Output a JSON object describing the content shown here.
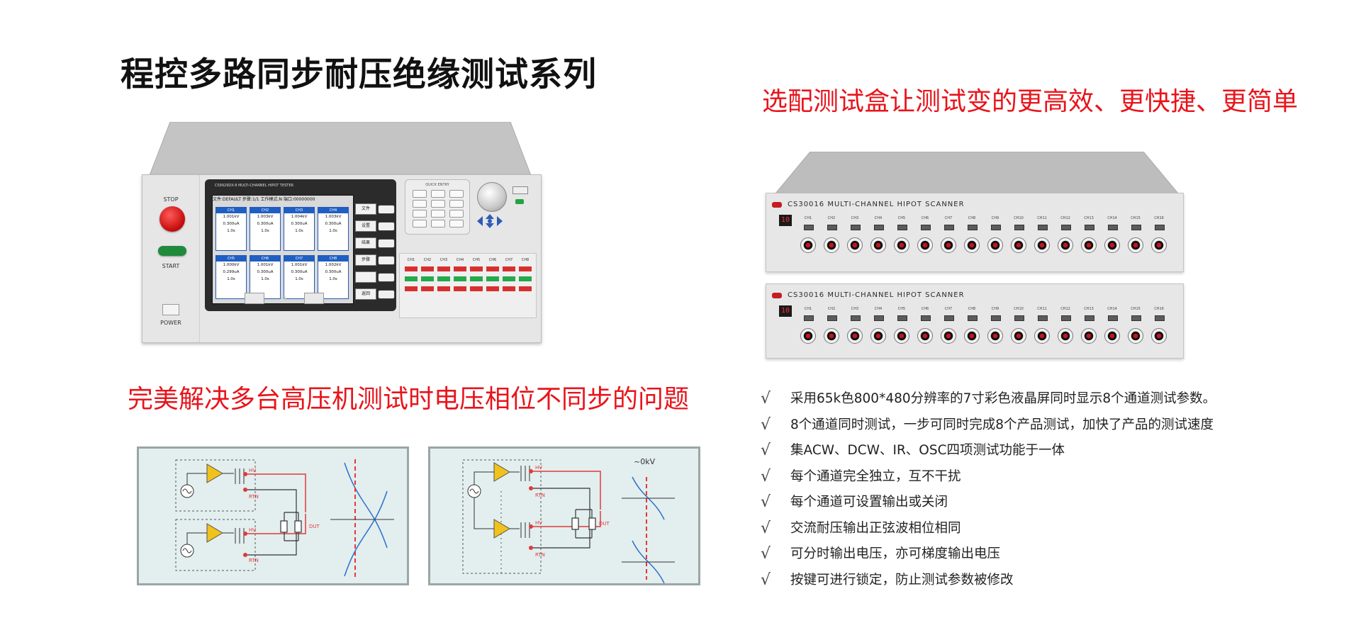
{
  "header": {
    "title": "程控多路同步耐压绝缘测试系列",
    "subtitle_right": "选配测试盒让测试变的更高效、更快捷、更简单",
    "subtitle_left": "完美解决多台高压机测试时电压相位不同步的问题"
  },
  "tester": {
    "stop_label": "STOP",
    "start_label": "START",
    "power_label": "POWER",
    "model_label": "CS9929DX-8 MULTI-CHANNEL HIPOT TESTER",
    "screen_header": "文件:DEFAULT  步骤:1/1  工作模式:N  端口:00000000",
    "softkeys": [
      "文件",
      "设置",
      "结果",
      "步骤",
      "",
      "返回"
    ],
    "cells": [
      {
        "v": "1.001kV",
        "i": "0.300uA",
        "t": "1.0s"
      },
      {
        "v": "1.003kV",
        "i": "0.300uA",
        "t": "1.0s"
      },
      {
        "v": "1.004kV",
        "i": "0.300uA",
        "t": "1.0s"
      },
      {
        "v": "1.003kV",
        "i": "0.300uA",
        "t": "1.0s"
      },
      {
        "v": "1.000kV",
        "i": "0.299uA",
        "t": "1.0s"
      },
      {
        "v": "1.001kV",
        "i": "0.300uA",
        "t": "1.0s"
      },
      {
        "v": "1.001kV",
        "i": "0.300uA",
        "t": "1.0s"
      },
      {
        "v": "1.002kV",
        "i": "0.300uA",
        "t": "1.0s"
      }
    ],
    "channel_names": [
      "CH1",
      "CH2",
      "CH3",
      "CH4",
      "CH5",
      "CH6",
      "CH7",
      "CH8"
    ],
    "quick_entry_label": "QUICK ENTRY"
  },
  "scanners": [
    {
      "title": "CS30016  MULTI-CHANNEL HIPOT SCANNER",
      "display": "10"
    },
    {
      "title": "CS30016  MULTI-CHANNEL HIPOT SCANNER",
      "display": "10"
    }
  ],
  "scanner_channels": [
    "CH1",
    "CH2",
    "CH3",
    "CH4",
    "CH5",
    "CH6",
    "CH7",
    "CH8",
    "CH9",
    "CH10",
    "CH11",
    "CH12",
    "CH13",
    "CH14",
    "CH15",
    "CH16"
  ],
  "features": [
    "采用65k色800*480分辨率的7寸彩色液晶屏同时显示8个通道测试参数。",
    "8个通道同时测试，一步可同时完成8个产品测试，加快了产品的测试速度",
    "集ACW、DCW、IR、OSC四项测试功能于一体",
    "每个通道完全独立，互不干扰",
    "每个通道可设置输出或关闭",
    "交流耐压输出正弦波相位相同",
    "可分时输出电压，亦可梯度输出电压",
    "按键可进行锁定，防止测试参数被修改"
  ],
  "check_glyph": "√",
  "diagrams": {
    "hv": "HV",
    "rtn": "RTN",
    "dut": "DUT",
    "zero_kv": "~0kV"
  },
  "colors": {
    "accent_red": "#e8141b",
    "wire_red": "#e03a3a"
  }
}
